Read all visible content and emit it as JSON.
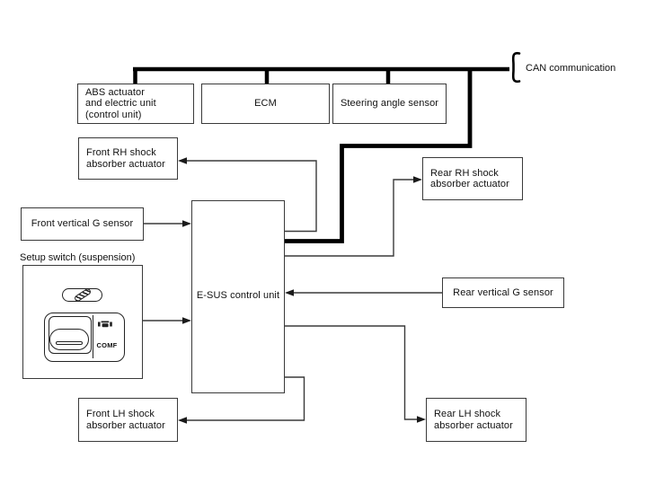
{
  "diagram": {
    "kind": "E-SUS suspension system communication diagram",
    "can_label": "CAN communication"
  },
  "nodes": {
    "abs": {
      "lines": [
        "ABS actuator",
        "and electric unit",
        "(control unit)"
      ]
    },
    "ecm": {
      "label": "ECM"
    },
    "steering": {
      "label": "Steering angle sensor"
    },
    "front_rh": {
      "lines": [
        "Front RH shock",
        "absorber actuator"
      ]
    },
    "rear_rh": {
      "lines": [
        "Rear RH shock",
        "absorber actuator"
      ]
    },
    "front_g": {
      "label": "Front vertical G sensor"
    },
    "esus": {
      "label": "E-SUS control unit"
    },
    "rear_g": {
      "label": "Rear vertical G sensor"
    },
    "front_lh": {
      "lines": [
        "Front LH shock",
        "absorber actuator"
      ]
    },
    "rear_lh": {
      "lines": [
        "Rear LH shock",
        "absorber actuator"
      ]
    },
    "setup_switch": {
      "label": "Setup switch (suspension)",
      "mode_label": "COMF"
    }
  },
  "colors": {
    "background": "#ffffff",
    "thick_line": "#000000",
    "thin_line": "#3a3a3a",
    "text": "#111111"
  }
}
